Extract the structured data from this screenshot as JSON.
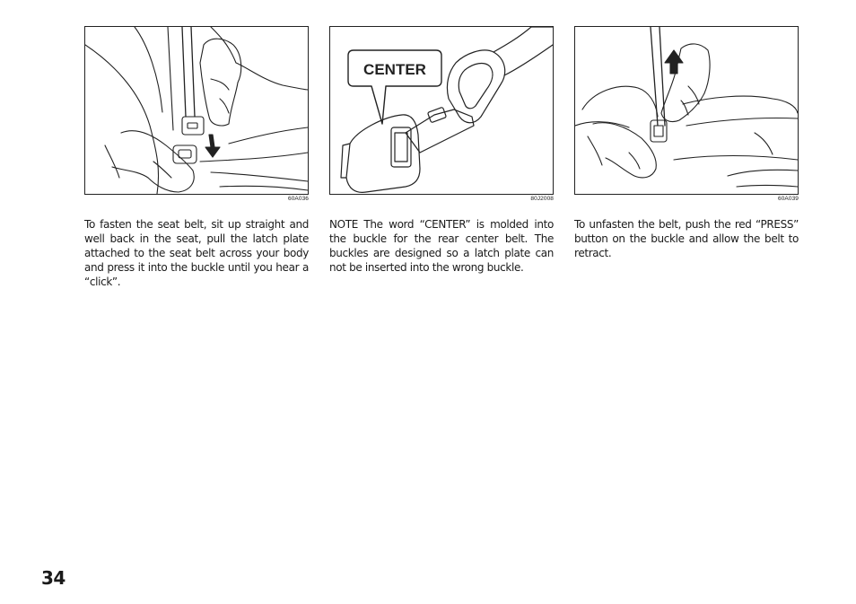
{
  "page_number": "34",
  "columns": [
    {
      "figure_code": "60A036",
      "text": "To fasten the seat belt, sit up straight and well back in the seat, pull the latch plate attached to the seat belt across your body and press it into the buckle until you hear a “click”."
    },
    {
      "figure_code": "80J2008",
      "figure_label": "CENTER",
      "text": "NOTE The word “CENTER” is molded into the buckle for the rear center belt. The buckles are designed so a latch plate can not be inserted into the wrong buckle."
    },
    {
      "figure_code": "60A039",
      "text": "To unfasten the belt, push the red “PRESS” button on the buckle and allow the belt to retract."
    }
  ]
}
